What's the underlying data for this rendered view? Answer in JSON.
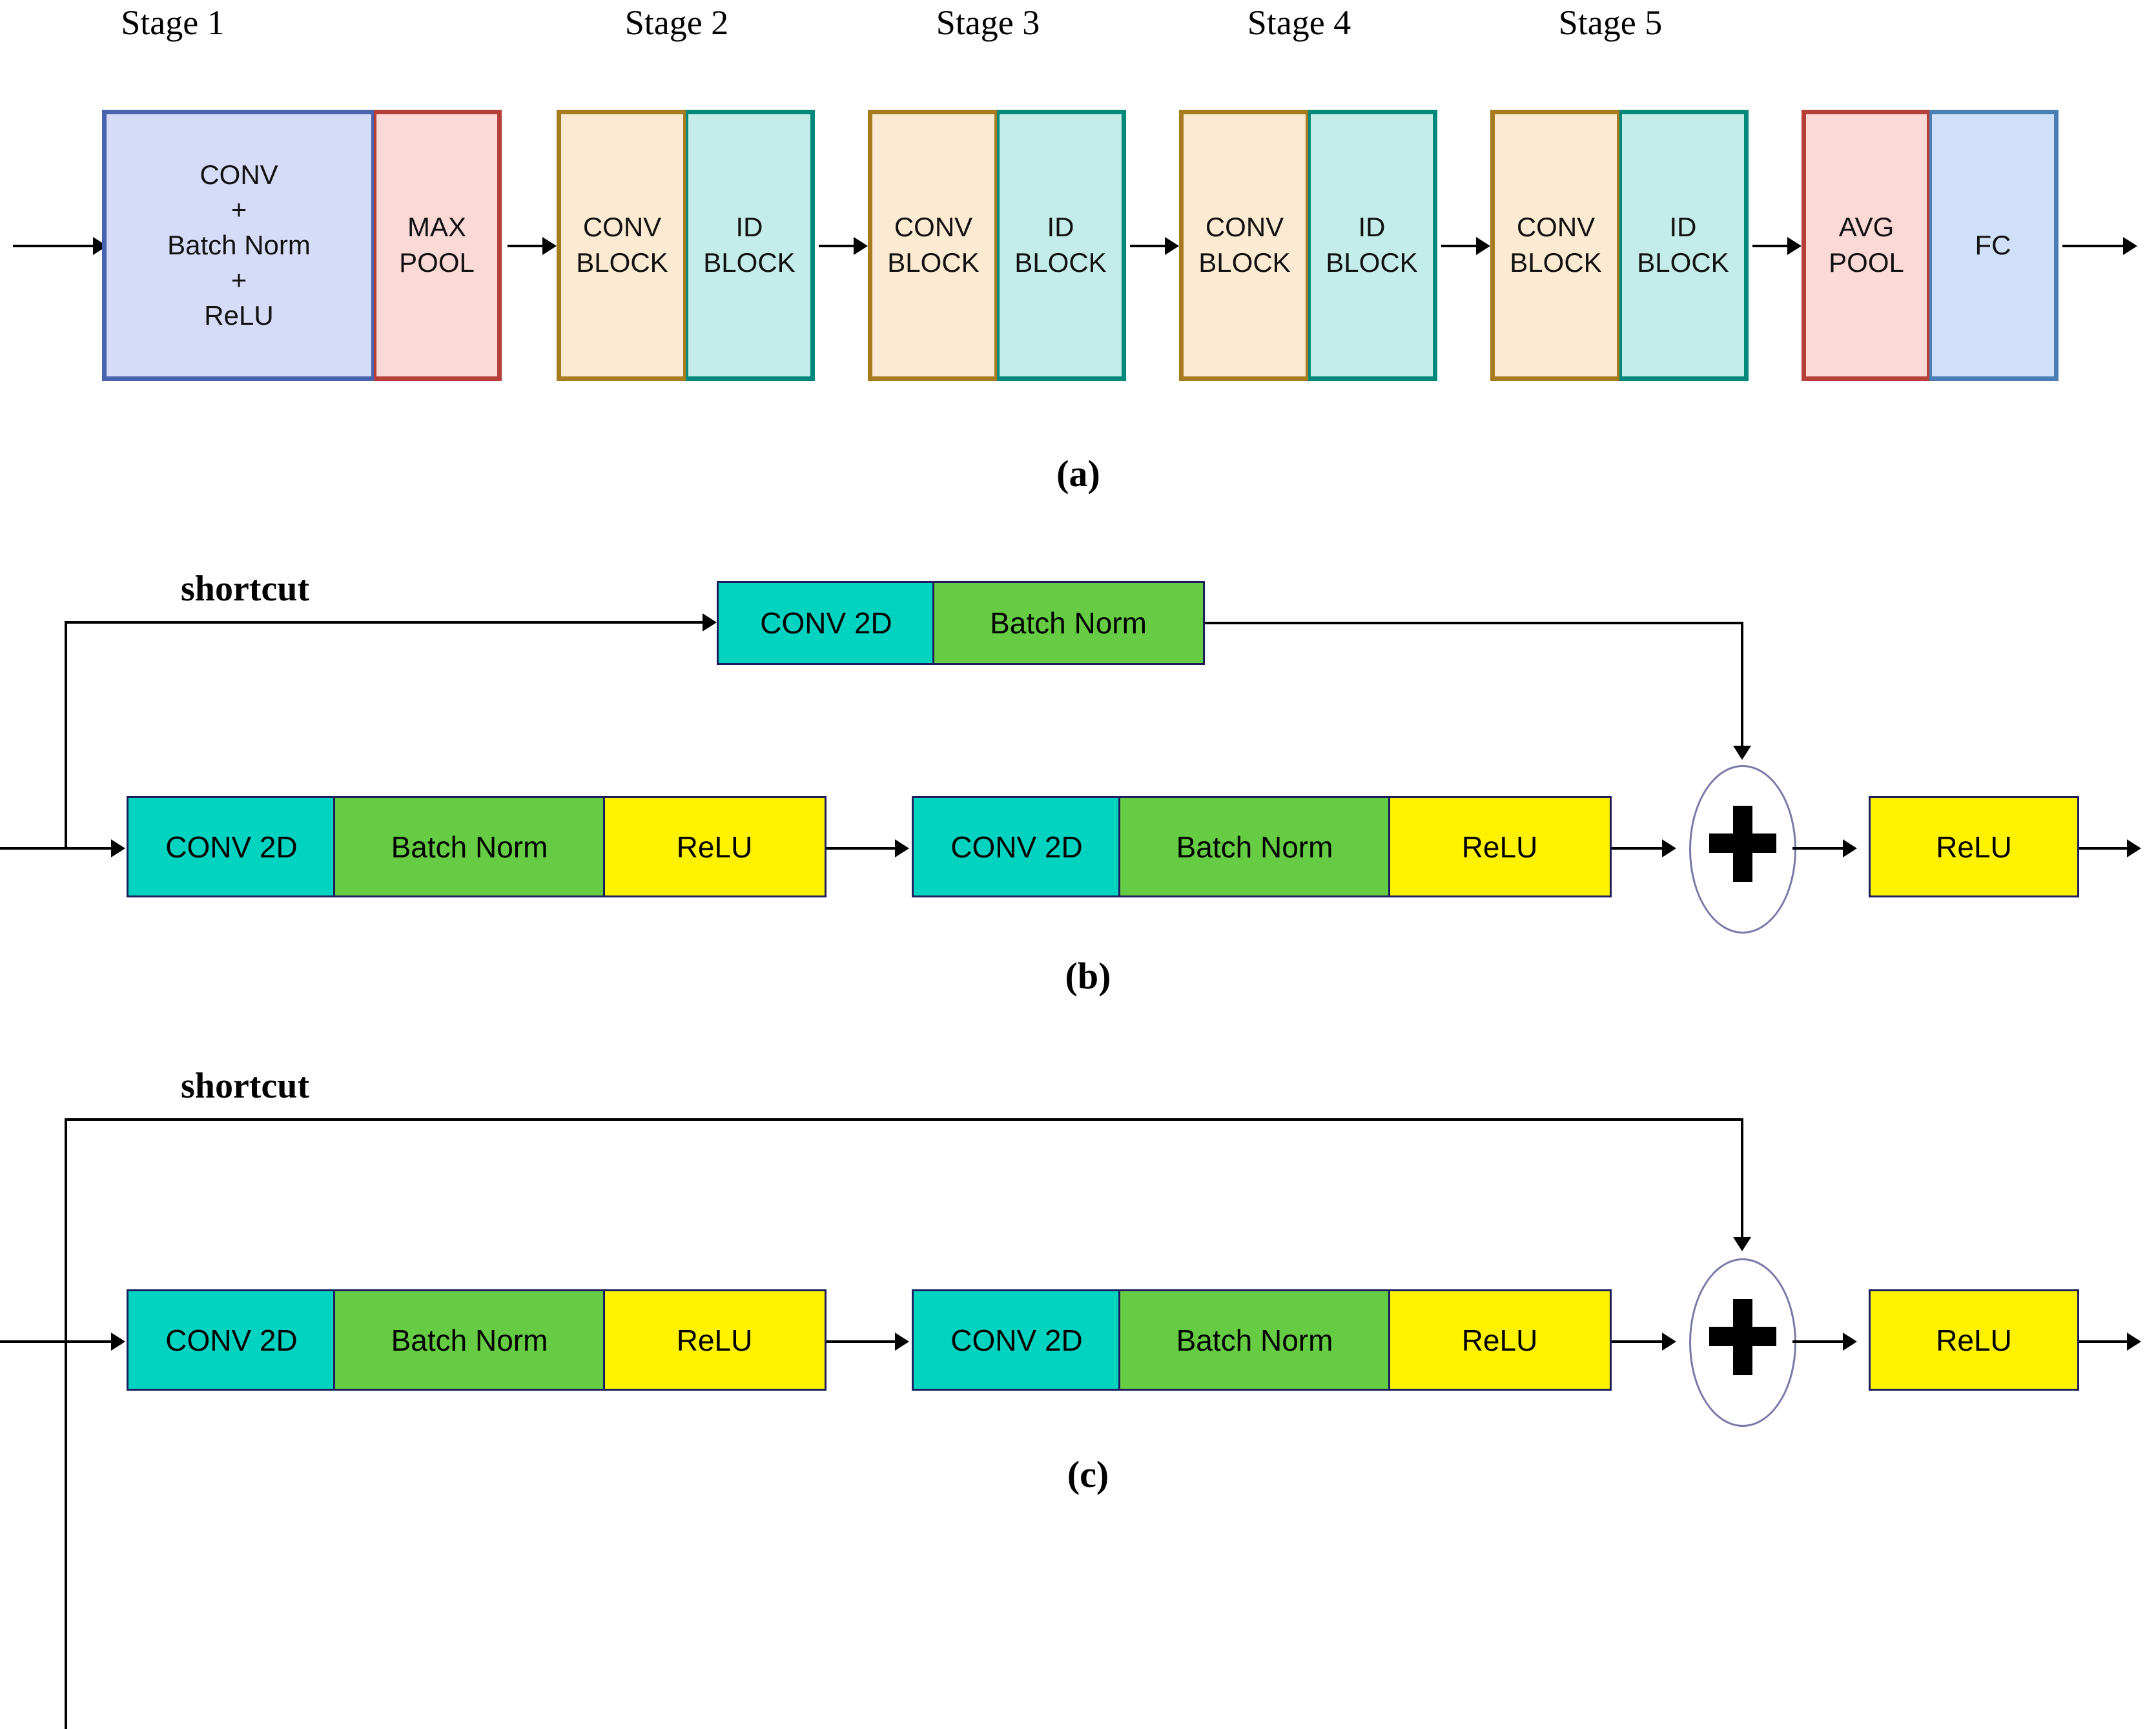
{
  "figure": {
    "panels": [
      {
        "id": "a",
        "caption": "(a)",
        "stages": [
          {
            "label": "Stage 1"
          },
          {
            "label": "Stage 2"
          },
          {
            "label": "Stage 3"
          },
          {
            "label": "Stage 4"
          },
          {
            "label": "Stage 5"
          }
        ],
        "blocks": [
          {
            "name": "conv-bn-relu",
            "lines": [
              "CONV",
              "+",
              "Batch Norm",
              "+",
              "ReLU"
            ],
            "fill": "#D6DCF7",
            "stroke": "#4A63AE"
          },
          {
            "name": "max-pool",
            "lines": [
              "MAX",
              "POOL"
            ],
            "fill": "#FBD9D7",
            "stroke": "#B63F3A"
          },
          {
            "name": "conv-block-2",
            "lines": [
              "CONV",
              "BLOCK"
            ],
            "fill": "#FCEBD2",
            "stroke": "#A67C1E"
          },
          {
            "name": "id-block-2",
            "lines": [
              "ID",
              "BLOCK"
            ],
            "fill": "#C4EDE9",
            "stroke": "#00897B"
          },
          {
            "name": "conv-block-3",
            "lines": [
              "CONV",
              "BLOCK"
            ],
            "fill": "#FCEBD2",
            "stroke": "#A67C1E"
          },
          {
            "name": "id-block-3",
            "lines": [
              "ID",
              "BLOCK"
            ],
            "fill": "#C4EDE9",
            "stroke": "#00897B"
          },
          {
            "name": "conv-block-4",
            "lines": [
              "CONV",
              "BLOCK"
            ],
            "fill": "#FCEBD2",
            "stroke": "#A67C1E"
          },
          {
            "name": "id-block-4",
            "lines": [
              "ID",
              "BLOCK"
            ],
            "fill": "#C4EDE9",
            "stroke": "#00897B"
          },
          {
            "name": "conv-block-5",
            "lines": [
              "CONV",
              "BLOCK"
            ],
            "fill": "#FCEBD2",
            "stroke": "#A67C1E"
          },
          {
            "name": "id-block-5",
            "lines": [
              "ID",
              "BLOCK"
            ],
            "fill": "#C4EDE9",
            "stroke": "#00897B"
          },
          {
            "name": "avg-pool",
            "lines": [
              "AVG",
              "POOL"
            ],
            "fill": "#FBD9D7",
            "stroke": "#B63F3A"
          },
          {
            "name": "fc",
            "lines": [
              "FC"
            ],
            "fill": "#CFE0F8",
            "stroke": "#4A7FB5"
          }
        ]
      },
      {
        "id": "b",
        "caption": "(b)",
        "shortcut_label": "shortcut",
        "shortcut_blocks": [
          {
            "name": "conv2d",
            "label": "CONV 2D",
            "fill": "#00D4C0"
          },
          {
            "name": "batch-norm",
            "label": "Batch Norm",
            "fill": "#66CC44"
          }
        ],
        "main_blocks": [
          {
            "name": "conv2d",
            "label": "CONV 2D",
            "fill": "#00D4C0"
          },
          {
            "name": "batch-norm",
            "label": "Batch Norm",
            "fill": "#66CC44"
          },
          {
            "name": "relu",
            "label": "ReLU",
            "fill": "#FFF200"
          },
          {
            "name": "conv2d",
            "label": "CONV 2D",
            "fill": "#00D4C0"
          },
          {
            "name": "batch-norm",
            "label": "Batch Norm",
            "fill": "#66CC44"
          },
          {
            "name": "relu",
            "label": "ReLU",
            "fill": "#FFF200"
          }
        ],
        "add_symbol": "+",
        "output_block": {
          "name": "relu",
          "label": "ReLU",
          "fill": "#FFF200"
        }
      },
      {
        "id": "c",
        "caption": "(c)",
        "shortcut_label": "shortcut",
        "main_blocks": [
          {
            "name": "conv2d",
            "label": "CONV 2D",
            "fill": "#00D4C0"
          },
          {
            "name": "batch-norm",
            "label": "Batch Norm",
            "fill": "#66CC44"
          },
          {
            "name": "relu",
            "label": "ReLU",
            "fill": "#FFF200"
          },
          {
            "name": "conv2d",
            "label": "CONV 2D",
            "fill": "#00D4C0"
          },
          {
            "name": "batch-norm",
            "label": "Batch Norm",
            "fill": "#66CC44"
          },
          {
            "name": "relu",
            "label": "ReLU",
            "fill": "#FFF200"
          }
        ],
        "add_symbol": "+",
        "output_block": {
          "name": "relu",
          "label": "ReLU",
          "fill": "#FFF200"
        }
      }
    ],
    "colors": {
      "conv_bn_relu_fill": "#D6DCF7",
      "pool_fill": "#FBD9D7",
      "conv_block_fill": "#FCEBD2",
      "id_block_fill": "#C4EDE9",
      "fc_fill": "#CFE0F8",
      "conv2d_fill": "#00D4C0",
      "batchnorm_fill": "#66CC44",
      "relu_fill": "#FFF200",
      "line": "#000000"
    }
  }
}
